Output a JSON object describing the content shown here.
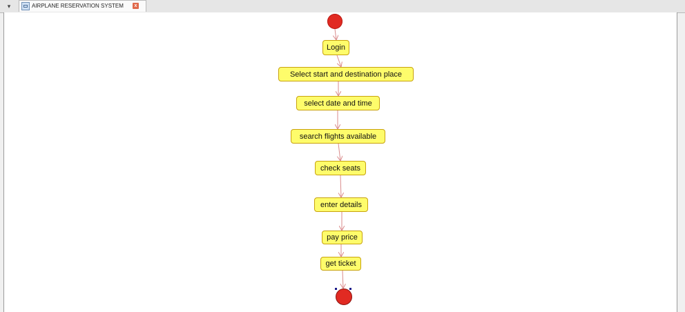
{
  "tab": {
    "title": "AIRPLANE RESERVATION SYSTEM",
    "close_glyph": "x",
    "menu_glyph": "▾"
  },
  "diagram": {
    "type": "activity",
    "initial_node": "start-node",
    "final_node": "end-node",
    "activities": [
      {
        "id": "login",
        "label": "Login"
      },
      {
        "id": "select-places",
        "label": "Select start and destination place"
      },
      {
        "id": "select-date",
        "label": "select date and time"
      },
      {
        "id": "search-flights",
        "label": "search flights available"
      },
      {
        "id": "check-seats",
        "label": "check seats"
      },
      {
        "id": "enter-details",
        "label": "enter details"
      },
      {
        "id": "pay-price",
        "label": "pay price"
      },
      {
        "id": "get-ticket",
        "label": "get ticket"
      }
    ],
    "flows": [
      [
        "start",
        "login"
      ],
      [
        "login",
        "select-places"
      ],
      [
        "select-places",
        "select-date"
      ],
      [
        "select-date",
        "search-flights"
      ],
      [
        "search-flights",
        "check-seats"
      ],
      [
        "check-seats",
        "enter-details"
      ],
      [
        "enter-details",
        "pay-price"
      ],
      [
        "pay-price",
        "get-ticket"
      ],
      [
        "get-ticket",
        "end"
      ]
    ],
    "colors": {
      "node_fill": "#fefc6b",
      "node_border": "#c8a20c",
      "terminal": "#e12a22",
      "edge": "#d98a8a"
    }
  }
}
